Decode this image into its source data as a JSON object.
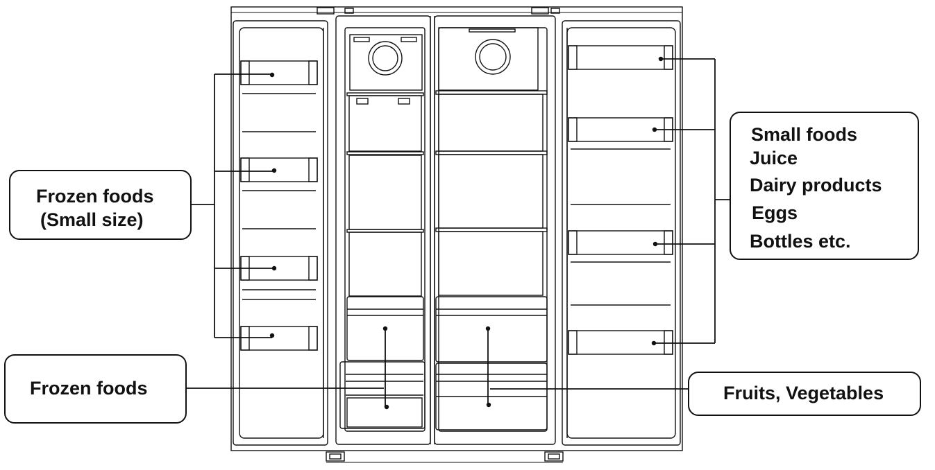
{
  "labels": {
    "frozen_small_line1": "Frozen foods",
    "frozen_small_line2": "(Small size)",
    "frozen_foods": "Frozen foods",
    "fridge_door_line1": "Small foods",
    "fridge_door_line2": "Juice",
    "fridge_door_line3": "Dairy products",
    "fridge_door_line4": "Eggs",
    "fridge_door_line5": "Bottles etc.",
    "fruits_vegetables": "Fruits, Vegetables"
  },
  "colors": {
    "line": "#111111",
    "background": "#ffffff"
  }
}
